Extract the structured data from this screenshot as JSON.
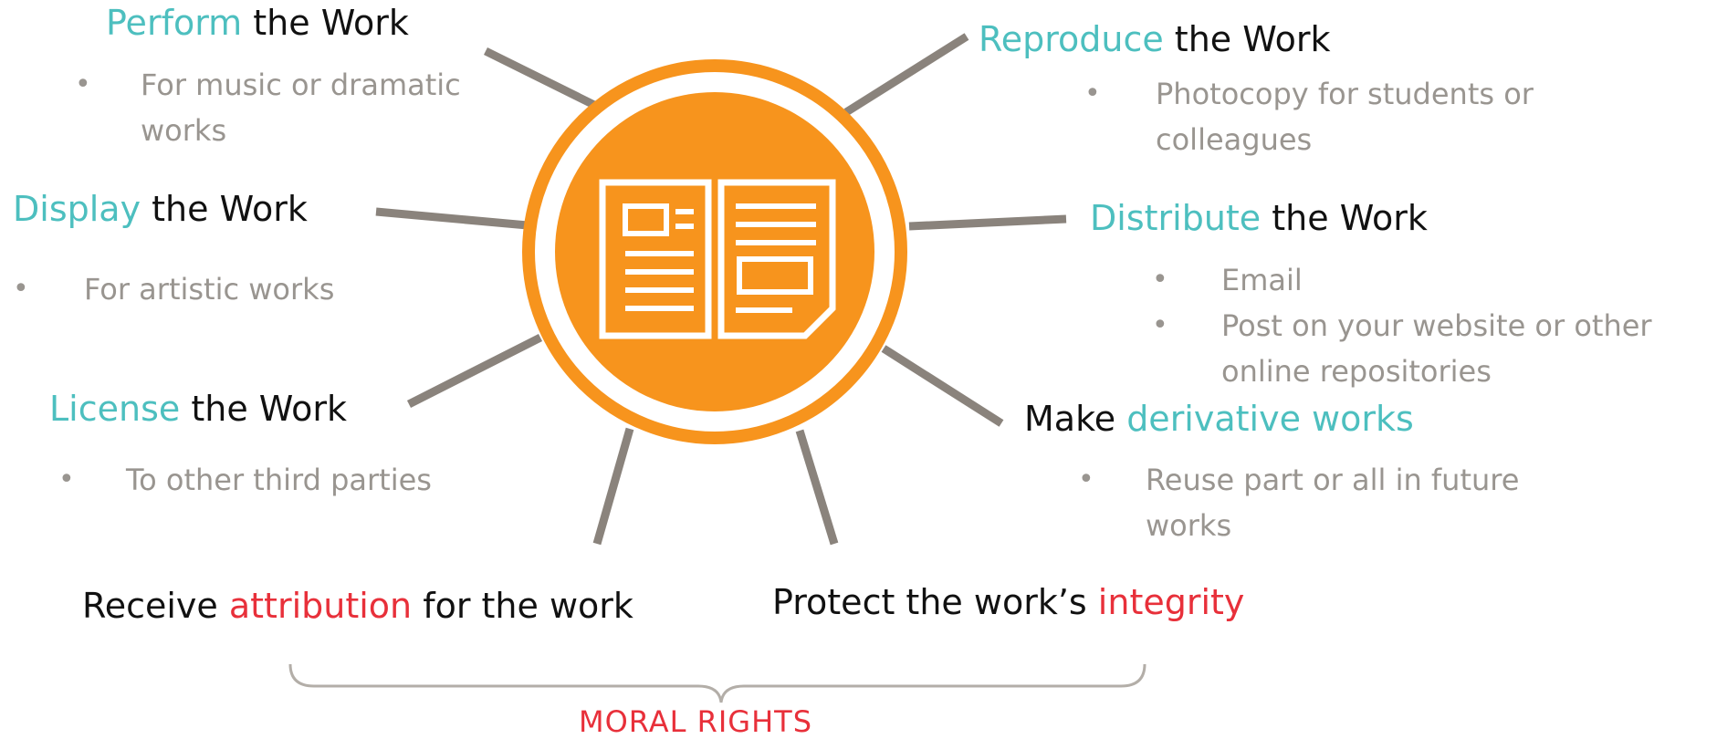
{
  "colors": {
    "accent_teal": "#4dbfbf",
    "accent_red": "#e8303a",
    "circle_orange": "#f7941d",
    "spoke_gray": "#8a837c",
    "bullet_gray": "#999590",
    "title_dark": "#111111"
  },
  "center_icon": "open-book-icon",
  "rights": {
    "perform": {
      "highlight": "Perform",
      "rest": " the Work",
      "bullets": [
        "For music or dramatic",
        "works"
      ]
    },
    "display": {
      "highlight": "Display",
      "rest": " the Work",
      "bullets": [
        "For artistic works"
      ]
    },
    "license": {
      "highlight": "License",
      "rest": " the Work",
      "bullets": [
        "To other third parties"
      ]
    },
    "reproduce": {
      "highlight": "Reproduce",
      "rest": " the Work",
      "bullets": [
        "Photocopy for students or",
        "colleagues"
      ]
    },
    "distribute": {
      "highlight": "Distribute",
      "rest": " the Work",
      "bullets": [
        "Email",
        "Post on your website or other",
        "online repositories"
      ]
    },
    "derivative": {
      "prefix": "Make ",
      "highlight": "derivative works",
      "bullets": [
        "Reuse part or all in future",
        "works"
      ]
    }
  },
  "moral": {
    "attribution": {
      "prefix": "Receive ",
      "highlight": "attribution",
      "suffix": " for the work"
    },
    "integrity": {
      "prefix": "Protect the work’s ",
      "highlight": "integrity"
    },
    "label": "MORAL RIGHTS"
  }
}
